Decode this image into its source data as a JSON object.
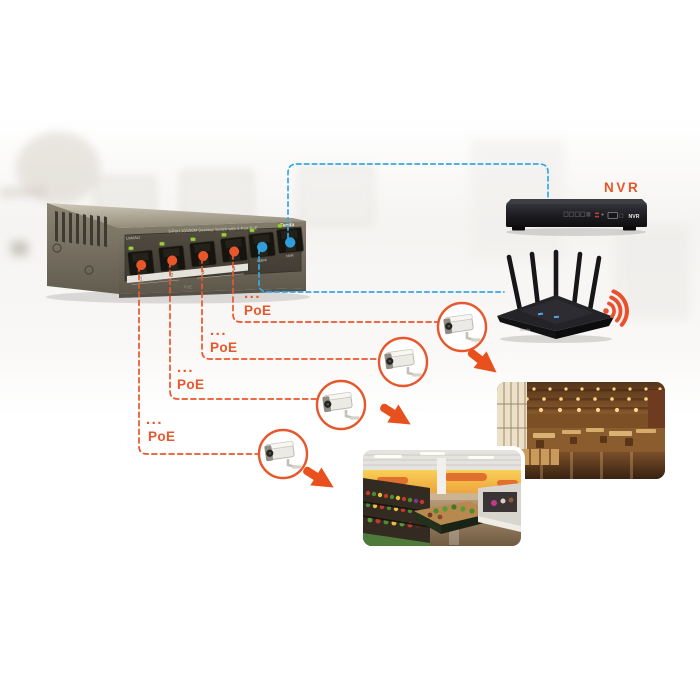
{
  "colors": {
    "accent_orange": "#E8572B",
    "arrow_orange": "#E8501D",
    "link_blue": "#35A9E2",
    "led_green": "#9CCB3B",
    "switch_body": "#7f7868",
    "device_black": "#1b1b1e"
  },
  "switch": {
    "brand": "Tenda",
    "title": "5-Port 10/100M Desktop Switch with 4-Port PoE",
    "link_act": "Link/Act",
    "port_numbers": [
      "1",
      "2",
      "3",
      "4"
    ],
    "poe_group_label": "PoE",
    "uplink_label": "Uplink",
    "nvr_port_label": "NVR"
  },
  "nvr": {
    "title_label": "NVR",
    "front_text": "NVR"
  },
  "router": {
    "brand": "Tenda"
  },
  "poe_links": [
    {
      "ellipsis": "...",
      "label": "PoE"
    },
    {
      "ellipsis": "...",
      "label": "PoE"
    },
    {
      "ellipsis": "...",
      "label": "PoE"
    },
    {
      "ellipsis": "...",
      "label": "PoE"
    }
  ]
}
